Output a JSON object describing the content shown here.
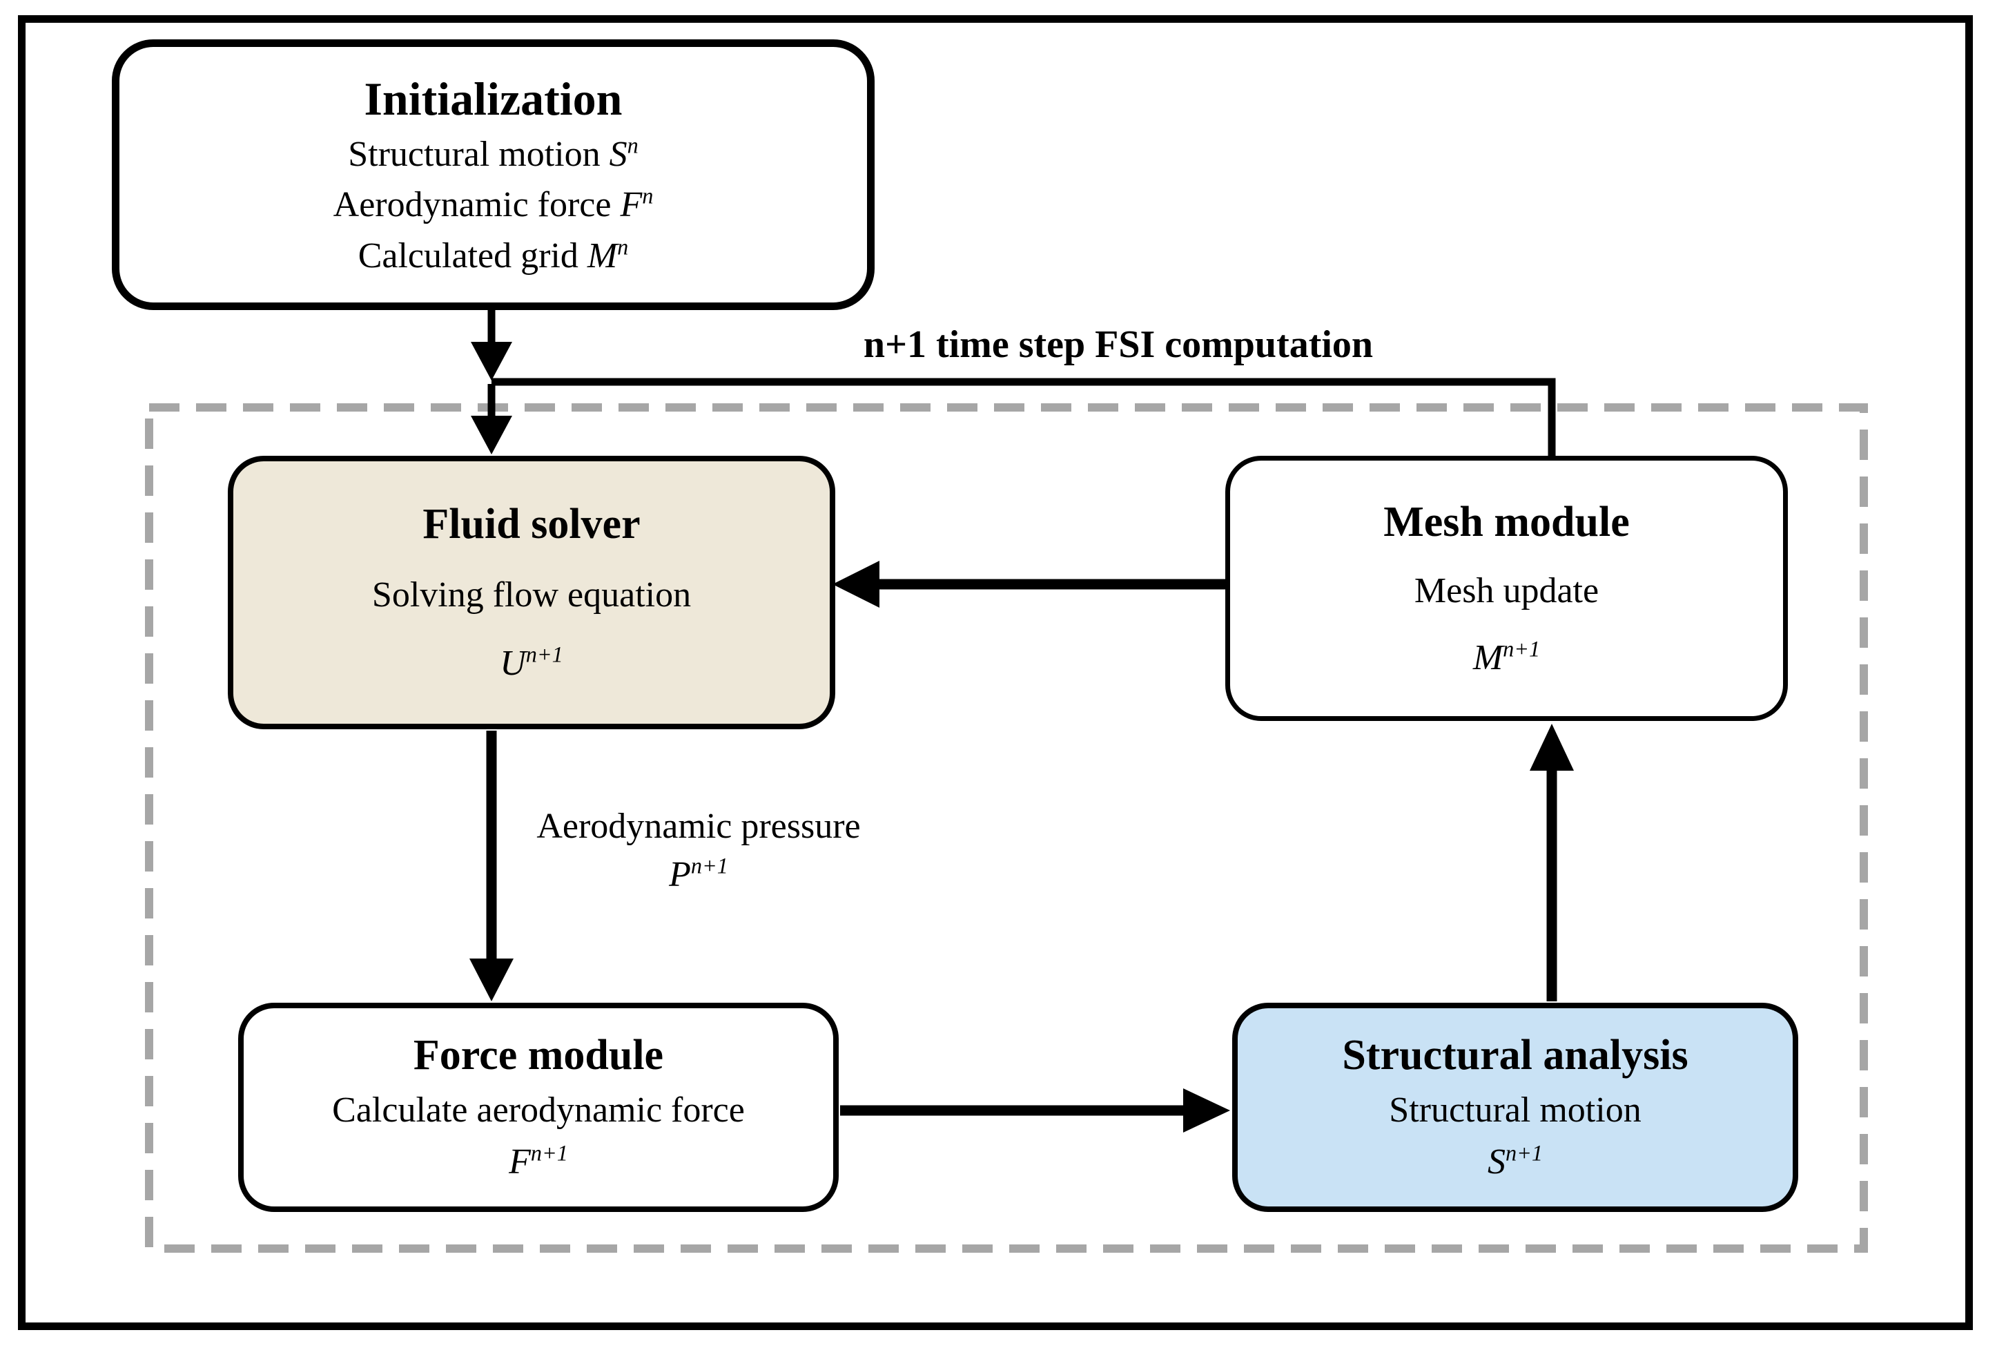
{
  "figure": {
    "loop_label": "n+1 time step FSI computation"
  },
  "colors": {
    "arrow": "#000000",
    "box_border": "#000000",
    "dashed_border": "#a6a6a6",
    "plain_fill": "#ffffff",
    "fluid_fill": "#eee8d9",
    "structural_fill": "#c9e2f5"
  },
  "boxes": {
    "initialization": {
      "title": "Initialization",
      "lines": [
        {
          "text": "Structural motion ",
          "var": "S",
          "sup": "n"
        },
        {
          "text": "Aerodynamic force ",
          "var": "F",
          "sup": "n"
        },
        {
          "text": "Calculated grid ",
          "var": "M",
          "sup": "n"
        }
      ]
    },
    "fluid_solver": {
      "title": "Fluid solver",
      "subtitle": "Solving flow equation",
      "var": "U",
      "sup": "n+1"
    },
    "mesh_module": {
      "title": "Mesh module",
      "subtitle": "Mesh update",
      "var": "M",
      "sup": "n+1"
    },
    "force_module": {
      "title": "Force module",
      "subtitle": "Calculate aerodynamic force",
      "var": "F",
      "sup": "n+1"
    },
    "structural_analysis": {
      "title": "Structural analysis",
      "subtitle": "Structural motion",
      "var": "S",
      "sup": "n+1"
    }
  },
  "edge_labels": {
    "aerodynamic_pressure": {
      "text": "Aerodynamic pressure",
      "var": "P",
      "sup": "n+1"
    }
  }
}
